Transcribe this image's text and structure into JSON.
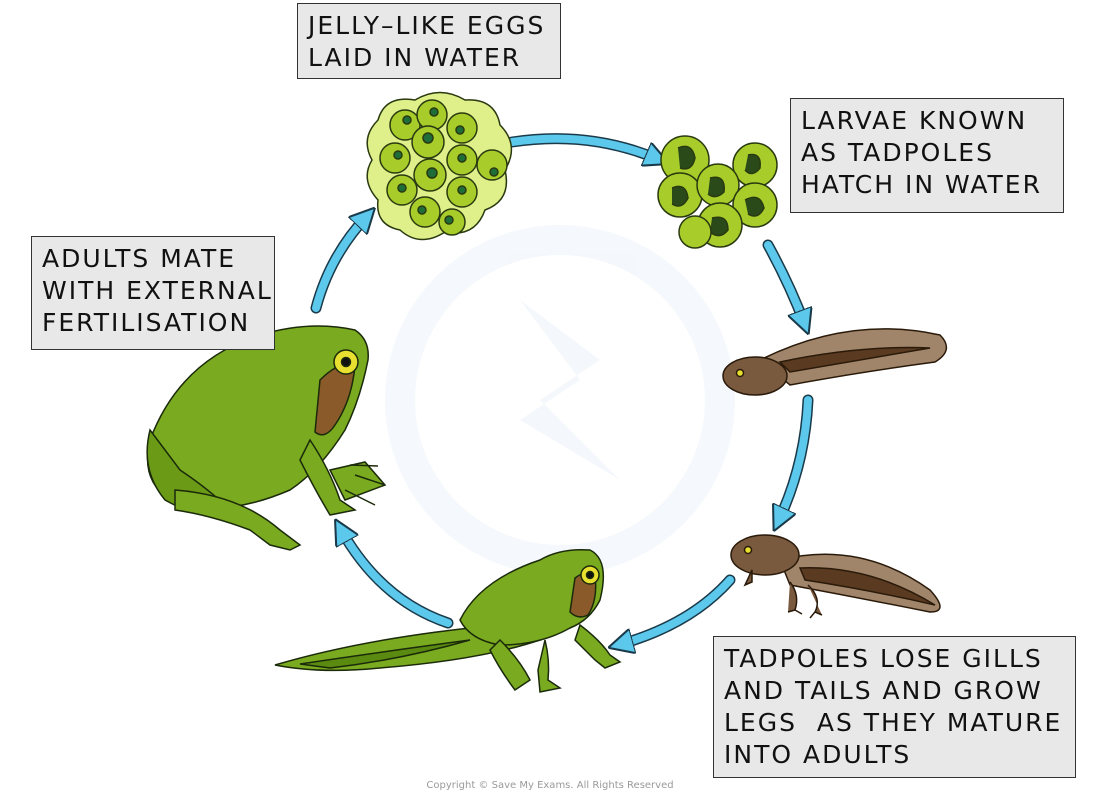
{
  "captions": {
    "eggs": [
      "JELLY–LIKE EGGS",
      "LAID IN WATER"
    ],
    "larvae": [
      "LARVAE KNOWN",
      "AS TADPOLES",
      "HATCH IN WATER"
    ],
    "adults": [
      "ADULTS MATE",
      "WITH EXTERNAL",
      "FERTILISATION"
    ],
    "tadpoles": [
      "TADPOLES LOSE GILLS",
      "AND TAILS AND GROW",
      "LEGS  AS THEY MATURE",
      "INTO ADULTS"
    ]
  },
  "copyright": "Copyright © Save My Exams. All Rights Reserved",
  "colors": {
    "arrow": "#5bc8ec",
    "frog_green": "#7aaa1f",
    "frog_brown": "#8b5a2b",
    "tadpole_brown": "#7a5a3e",
    "egg_jelly": "#dff08a",
    "egg_cell": "#a8cc2a",
    "egg_nucleus": "#1f6e3a",
    "caption_bg": "#e8e8e8"
  },
  "icons": [
    "frog-spawn-icon",
    "hatching-eggs-icon",
    "tadpole-icon",
    "legged-tadpole-icon",
    "froglet-icon",
    "adult-frog-icon",
    "cycle-arrow-icon"
  ]
}
